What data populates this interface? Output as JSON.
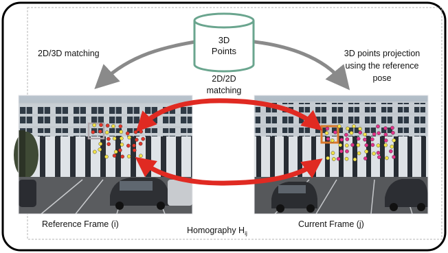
{
  "colors": {
    "frame": "#000000",
    "dashed": "#b5b5b5",
    "cylinder": "#6aa58e",
    "gray_arrow": "#8a8a8a",
    "red_arrow": "#e02a22",
    "ref_box": "#b0a8ad",
    "cur_box": "#d9782a",
    "ref_marker": "#e1362a",
    "ref_marker_alt": "#f2e24a",
    "cur_marker": "#e2338a",
    "cur_marker_alt": "#f2e24a"
  },
  "cylinder": {
    "line1": "3D",
    "line2": "Points"
  },
  "labels": {
    "matching_2d3d": "2D/3D matching",
    "projection_line1": "3D points projection",
    "projection_line2": "using the reference",
    "projection_line3": "pose",
    "matching_2d2d_line1": "2D/2D",
    "matching_2d2d_line2": "matching",
    "reference_frame": "Reference Frame (i)",
    "current_frame": "Current Frame (j)",
    "homography": "Homography H",
    "homography_sub": "ij"
  },
  "icons": {
    "data_store": "cylinder-icon",
    "feature_point": "dot-icon"
  }
}
